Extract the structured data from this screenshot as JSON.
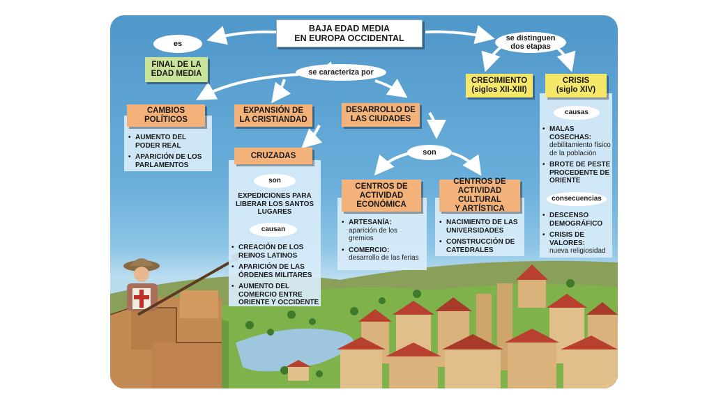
{
  "title": "BAJA EDAD MEDIA\nEN EUROPA OCCIDENTAL",
  "connectors": {
    "es": "es",
    "se_caracteriza_por": "se caracteriza por",
    "se_distinguen": "se distinguen\ndos etapas",
    "son_ciudades": "son",
    "son_cruzadas": "son",
    "causan": "causan",
    "causas": "causas",
    "consecuencias": "consecuencias"
  },
  "final": "FINAL DE LA\nEDAD MEDIA",
  "caracteristicas": {
    "cambios": {
      "label": "CAMBIOS\nPOLÍTICOS",
      "items": [
        "AUMENTO DEL PODER REAL",
        "APARICIÓN DE LOS PARLAMENTOS"
      ]
    },
    "expansion": {
      "label": "EXPANSIÓN DE\nLA CRISTIANDAD"
    },
    "desarrollo": {
      "label": "DESARROLLO DE\nLAS CIUDADES"
    }
  },
  "cruzadas": {
    "label": "CRUZADAS",
    "definicion": "EXPEDICIONES PARA\nLIBERAR LOS SANTOS\nLUGARES",
    "items": [
      "CREACIÓN DE LOS REINOS LATINOS",
      "APARICIÓN DE LAS ÓRDENES MILITARES",
      "AUMENTO DEL COMERCIO ENTRE ORIENTE Y OCCIDENTE"
    ]
  },
  "centros_economicos": {
    "label": "CENTROS DE\nACTIVIDAD\nECONÓMICA",
    "items": [
      {
        "head": "ARTESANÍA:",
        "sub": "aparición de los gremios"
      },
      {
        "head": "COMERCIO:",
        "sub": "desarrollo de las ferias"
      }
    ]
  },
  "centros_culturales": {
    "label": "CENTROS DE\nACTIVIDAD CULTURAL\nY ARTÍSTICA",
    "items": [
      "NACIMIENTO DE LAS UNIVERSIDADES",
      "CONSTRUCCIÓN DE CATEDRALES"
    ]
  },
  "etapas": {
    "crecimiento": "CRECIMIENTO\n(siglos XII-XIII)",
    "crisis": "CRISIS\n(siglo XIV)"
  },
  "crisis_causas": [
    {
      "head": "MALAS COSECHAS:",
      "sub": "debilitamiento físico de la población"
    },
    {
      "head": "BROTE DE PESTE PROCEDENTE DE ORIENTE",
      "sub": ""
    }
  ],
  "crisis_consecuencias": [
    {
      "head": "DESCENSO DEMOGRÁFICO",
      "sub": ""
    },
    {
      "head": "CRISIS DE VALORES:",
      "sub": "nueva religiosidad"
    }
  ],
  "colors": {
    "sky": "#5aa3d4",
    "box_orange": "#f2b27a",
    "box_green": "#c9e39a",
    "box_yellow": "#f4e76a",
    "roof_red": "#b8402e",
    "wall_tan": "#d9b27c",
    "field_green": "#7fb24a"
  }
}
